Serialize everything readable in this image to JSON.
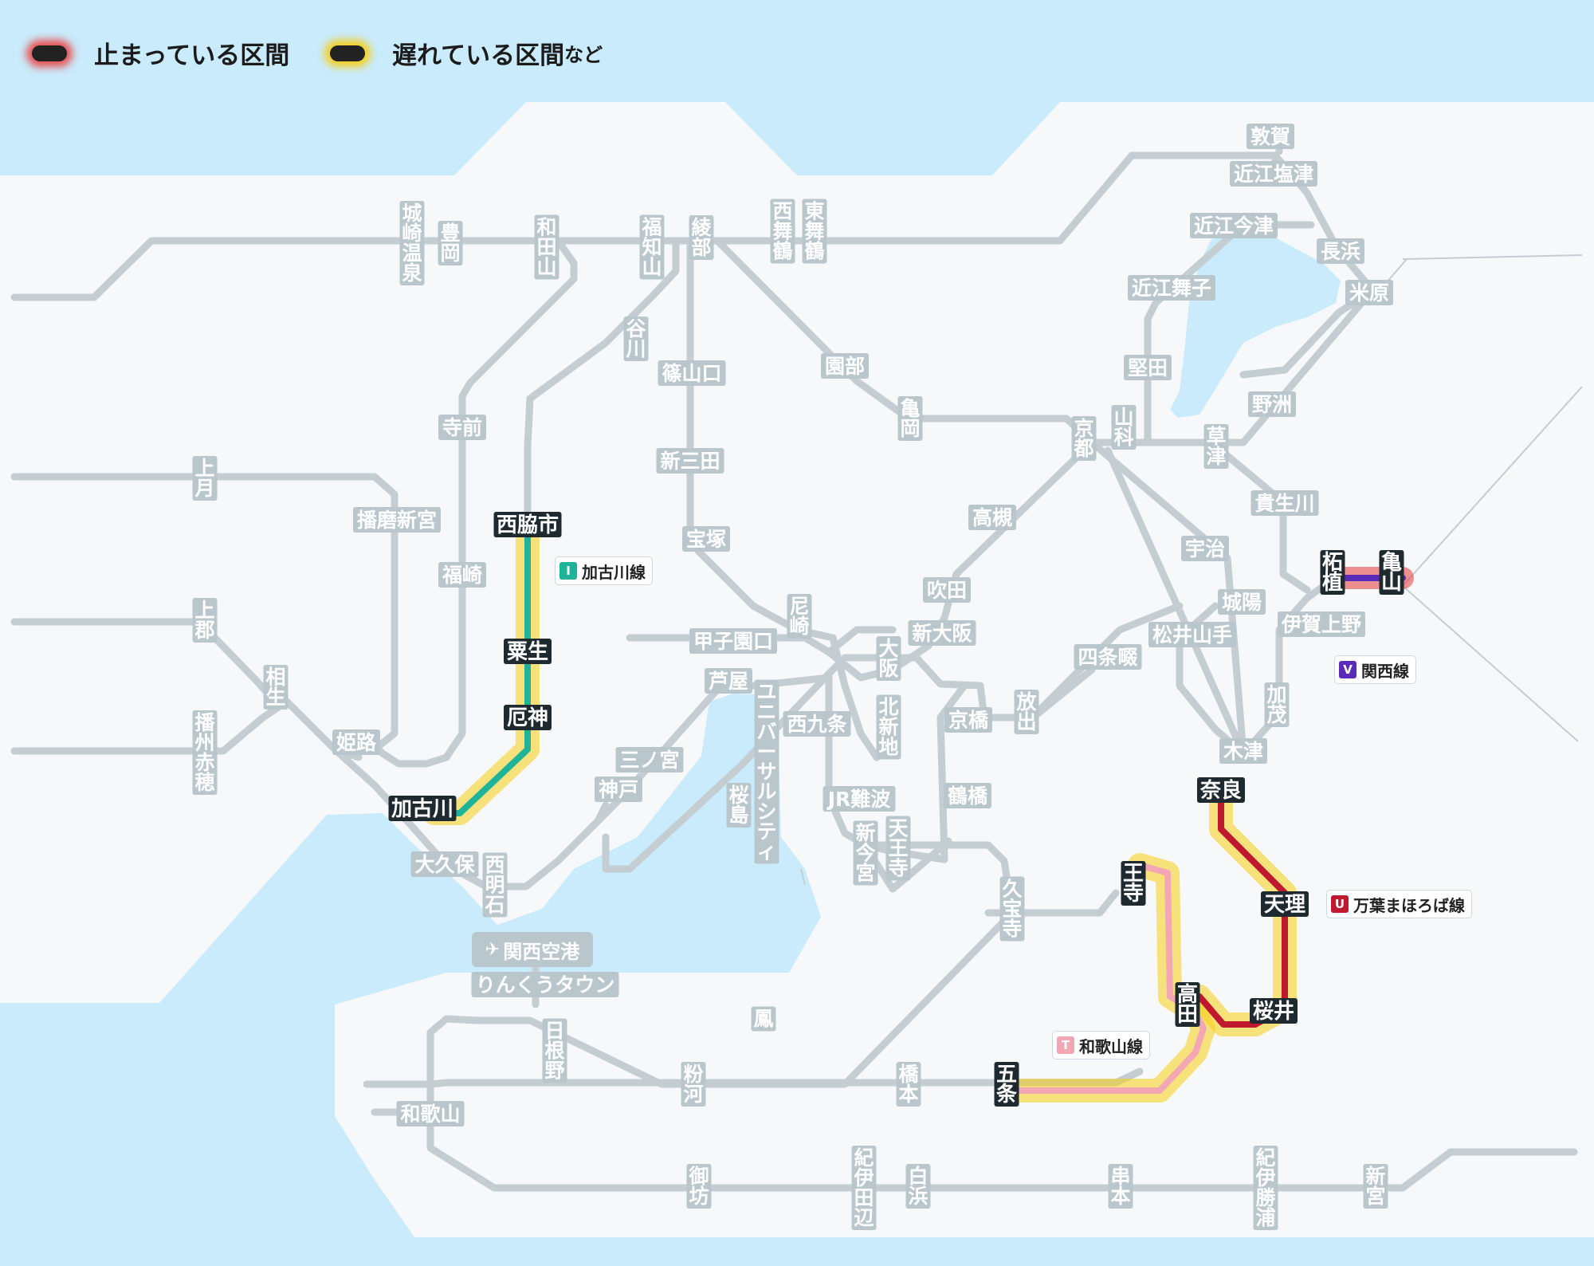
{
  "legend": {
    "stopped": "止まっている区間",
    "delayed": "遅れている区間",
    "etc": "など"
  },
  "colors": {
    "water": "#c9ebfb",
    "land": "#f6f8f9",
    "line": "#c4ced2",
    "label_bg": "#b9c7cc",
    "highlight_bg": "#1e2a30",
    "stopped_glow": "#e84848",
    "delayed_glow": "#f8cd14",
    "kakogawa": "#1fb49a",
    "manyo": "#c0182e",
    "wakayama": "#f3a7b5",
    "kansai": "#5a2bb8"
  },
  "line_badges": {
    "kakogawa": {
      "symbol": "I",
      "name": "加古川線"
    },
    "kansai": {
      "symbol": "V",
      "name": "関西線"
    },
    "manyo": {
      "symbol": "U",
      "name": "万葉まほろば線"
    },
    "wakayama": {
      "symbol": "T",
      "name": "和歌山線"
    }
  },
  "airport": {
    "icon": "airplane-icon",
    "name": "関西空港"
  },
  "affected_sections": [
    {
      "line": "加古川線",
      "status": "delayed",
      "from": "加古川",
      "to": "西脇市"
    },
    {
      "line": "関西線",
      "status": "stopped",
      "from": "柘植",
      "to": "亀山"
    },
    {
      "line": "万葉まほろば線",
      "status": "delayed",
      "from": "奈良",
      "to": "高田"
    },
    {
      "line": "和歌山線",
      "status": "delayed",
      "from": "王寺",
      "to": "五条"
    }
  ],
  "stations": {
    "tsuruga": "敦賀",
    "omi_shiotsu": "近江塩津",
    "omi_imazu": "近江今津",
    "nagahama": "長浜",
    "omi_maiko": "近江舞子",
    "maibara": "米原",
    "katata": "堅田",
    "yasu": "野洲",
    "yamashina": "山科",
    "kusatsu": "草津",
    "kyoto": "京都",
    "kibukawa": "貴生川",
    "tsuge": "柘植",
    "kameyama": "亀山",
    "iga_ueno": "伊賀上野",
    "kamo": "加茂",
    "uji": "宇治",
    "joyo": "城陽",
    "matsuiyamate": "松井山手",
    "shijonawate": "四条畷",
    "kizu": "木津",
    "nara": "奈良",
    "tenri": "天理",
    "sakurai": "桜井",
    "takada": "高田",
    "oji": "王寺",
    "gojo": "五条",
    "hashimoto": "橋本",
    "kokawa": "粉河",
    "wakayama": "和歌山",
    "hine": "日根野",
    "rinku": "りんくうタウン",
    "otori": "鳳",
    "kinosaki": "城崎温泉",
    "toyooka": "豊岡",
    "wadayama": "和田山",
    "fukuchiyama": "福知山",
    "ayabe": "綾部",
    "nishi_maizuru": "西舞鶴",
    "higashi_maizuru": "東舞鶴",
    "tanikawa": "谷川",
    "sasayamaguchi": "篠山口",
    "sonobe": "園部",
    "kameoka": "亀岡",
    "shin_sanda": "新三田",
    "takarazuka": "宝塚",
    "teramae": "寺前",
    "fukusaki": "福崎",
    "harima_shingu": "播磨新宮",
    "kozuki": "上月",
    "kamigori": "上郡",
    "aioi": "相生",
    "harima_ako": "播州赤穂",
    "himeji": "姫路",
    "nishiwaki": "西脇市",
    "awaju": "粟生",
    "yakujin": "厄神",
    "kakogawa": "加古川",
    "okubo": "大久保",
    "nishi_akashi": "西明石",
    "kobe": "神戸",
    "sannomiya": "三ノ宮",
    "ashiya": "芦屋",
    "koshienguchi": "甲子園口",
    "amagasaki": "尼崎",
    "takatsuki": "高槻",
    "suita": "吹田",
    "shin_osaka": "新大阪",
    "osaka": "大阪",
    "kitashinchi": "北新地",
    "nishikujo": "西九条",
    "universal": "ユニバーサルシティ",
    "sakurajima": "桜島",
    "kyobashi": "京橋",
    "hanaten": "放出",
    "jr_namba": "JR難波",
    "shin_imamiya": "新今宮",
    "tennoji": "天王寺",
    "tsuruhashi": "鶴橋",
    "kyuhoji": "久宝寺",
    "gobo": "御坊",
    "kii_tanabe": "紀伊田辺",
    "shirahama": "白浜",
    "kushimoto": "串本",
    "kii_katsuura": "紀伊勝浦",
    "shingu": "新宮"
  }
}
